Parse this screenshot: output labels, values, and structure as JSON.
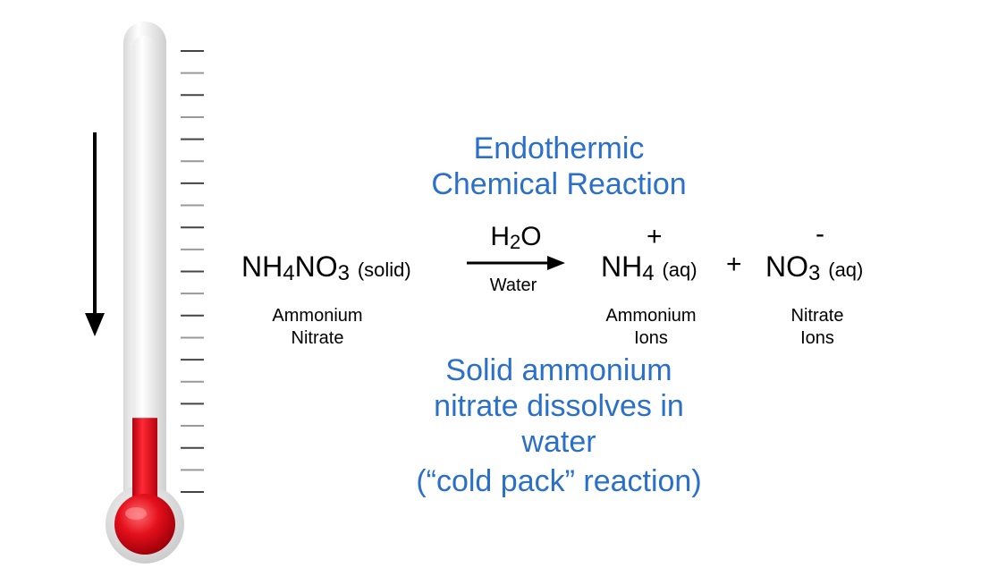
{
  "thermometer": {
    "level_fraction": 0.2,
    "liquid_color": "#e01020",
    "tick_count": 21,
    "direction": "down"
  },
  "title": {
    "line1": "Endothermic",
    "line2": "Chemical Reaction"
  },
  "reactant": {
    "formula_a": "NH",
    "sub_a": "4",
    "formula_b": "NO",
    "sub_b": "3",
    "state": "(solid)",
    "name_line1": "Ammonium",
    "name_line2": "Nitrate"
  },
  "arrow": {
    "above_a": "H",
    "above_sub": "2",
    "above_b": "O",
    "below": "Water"
  },
  "product1": {
    "formula": "NH",
    "sub": "4",
    "charge": "+",
    "state": "(aq)",
    "name_line1": "Ammonium",
    "name_line2": "Ions"
  },
  "plus": "+",
  "product2": {
    "formula": "NO",
    "sub": "3",
    "charge": "-",
    "state": "(aq)",
    "name_line1": "Nitrate",
    "name_line2": "Ions"
  },
  "caption": {
    "line1": "Solid ammonium",
    "line2": "nitrate dissolves in",
    "line3": "water",
    "line4": "(“cold pack” reaction)"
  },
  "colors": {
    "caption_blue": "#2a6fc9"
  }
}
